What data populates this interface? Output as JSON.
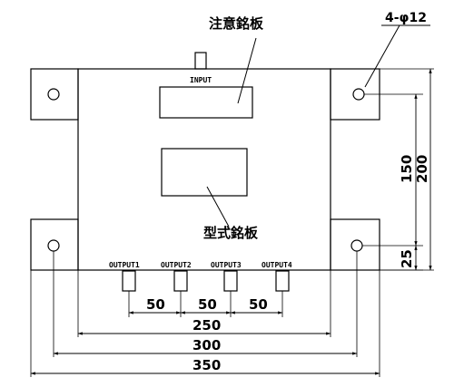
{
  "labels": {
    "caution_plate": "注意銘板",
    "model_plate": "型式銘板",
    "hole_spec": "4-φ12",
    "input_port": "INPUT"
  },
  "outputs": [
    "OUTPUT1",
    "OUTPUT2",
    "OUTPUT3",
    "OUTPUT4"
  ],
  "dimensions": {
    "pitch_1": "50",
    "pitch_2": "50",
    "pitch_3": "50",
    "width_250": "250",
    "width_300": "300",
    "width_350": "350",
    "height_150": "150",
    "height_200": "200",
    "height_25": "25"
  }
}
